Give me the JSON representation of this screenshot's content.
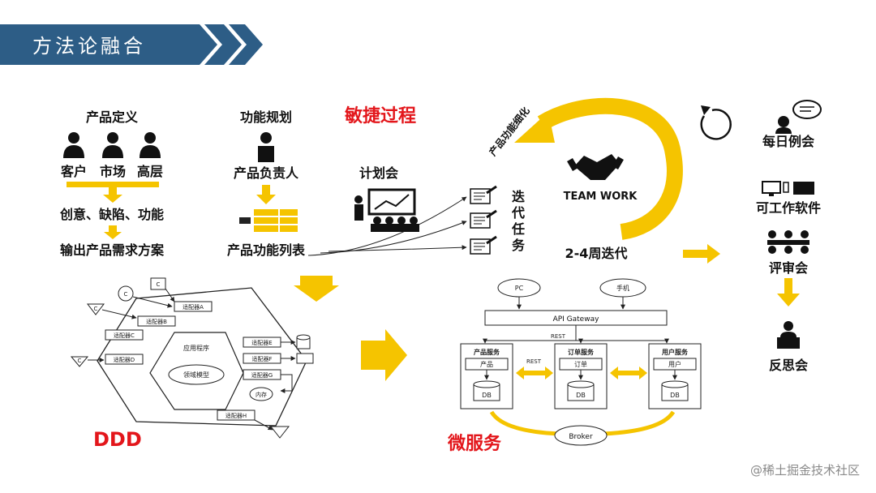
{
  "header": {
    "title": "方法论融合"
  },
  "left": {
    "product_def": {
      "title": "产品定义",
      "roles": [
        "客户",
        "市场",
        "高层"
      ],
      "step1": "创意、缺陷、功能",
      "step2": "输出产品需求方案"
    },
    "feature_plan": {
      "title": "功能规划",
      "owner": "产品负责人",
      "list": "产品功能列表"
    }
  },
  "agile": {
    "title": "敏捷过程",
    "plan_meeting": "计划会",
    "iteration_tasks": [
      "迭",
      "代",
      "任",
      "务"
    ],
    "refine": "产品功能细化",
    "teamwork": "TEAM WORK",
    "iteration": "2-4周迭代"
  },
  "right": {
    "daily": "每日例会",
    "software": "可工作软件",
    "review": "评审会",
    "retro": "反思会"
  },
  "ddd": {
    "label": "DDD",
    "c_label": "C",
    "adapters_left": [
      "适配器A",
      "适配器B",
      "适配器C",
      "适配器D"
    ],
    "adapters_right": [
      "适配器E",
      "适配器F",
      "适配器G"
    ],
    "adapter_bottom": "适配器H",
    "app": "应用程序",
    "domain": "领域模型",
    "memory": "内存"
  },
  "micro": {
    "label": "微服务",
    "pc": "PC",
    "phone": "手机",
    "gateway": "API Gateway",
    "rest": "REST",
    "services": [
      {
        "name": "产品服务",
        "entity": "产品",
        "db": "DB"
      },
      {
        "name": "订单服务",
        "entity": "订单",
        "db": "DB"
      },
      {
        "name": "用户服务",
        "entity": "用户",
        "db": "DB"
      }
    ],
    "broker": "Broker"
  },
  "watermark": "@稀土掘金技术社区",
  "colors": {
    "header_bg": "#2d5d86",
    "accent_yellow": "#f5c400",
    "title_red": "#e3161b"
  }
}
